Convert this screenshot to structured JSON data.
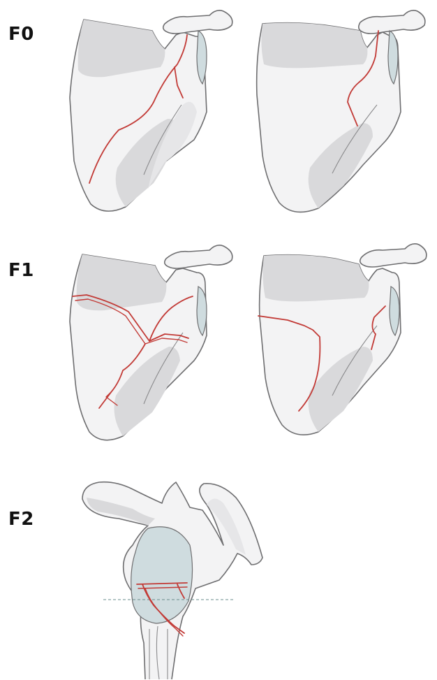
{
  "labels": {
    "f0": "F0",
    "f1": "F1",
    "f2": "F2"
  },
  "colors": {
    "bone_fill": "#f3f3f4",
    "bone_shade": "#d9d9db",
    "outline": "#6e6e70",
    "fracture": "#c23a36",
    "glenoid": "#cfdcdf"
  }
}
